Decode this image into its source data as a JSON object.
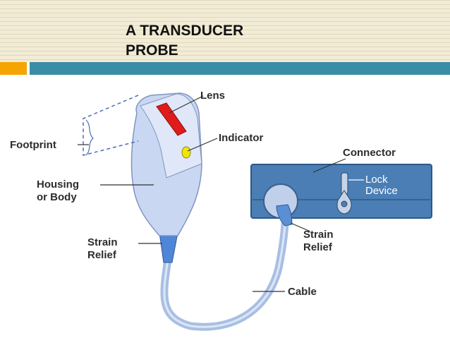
{
  "slide": {
    "title_line1": "A TRANSDUCER",
    "title_line2": "PROBE",
    "colors": {
      "accent_orange": "#f5a400",
      "accent_teal": "#3b8ca7",
      "probe_body": "#c9d7f2",
      "lens": "#e01b1b",
      "indicator": "#f2e600",
      "connector": "#4a7eb5"
    }
  },
  "diagram": {
    "labels": {
      "lens": "Lens",
      "indicator": "Indicator",
      "footprint": "Footprint",
      "housing_line1": "Housing",
      "housing_line2": "or Body",
      "strain_relief_left_line1": "Strain",
      "strain_relief_left_line2": "Relief",
      "connector": "Connector",
      "lock_device_line1": "Lock",
      "lock_device_line2": "Device",
      "strain_relief_right_line1": "Strain",
      "strain_relief_right_line2": "Relief",
      "cable": "Cable"
    }
  }
}
